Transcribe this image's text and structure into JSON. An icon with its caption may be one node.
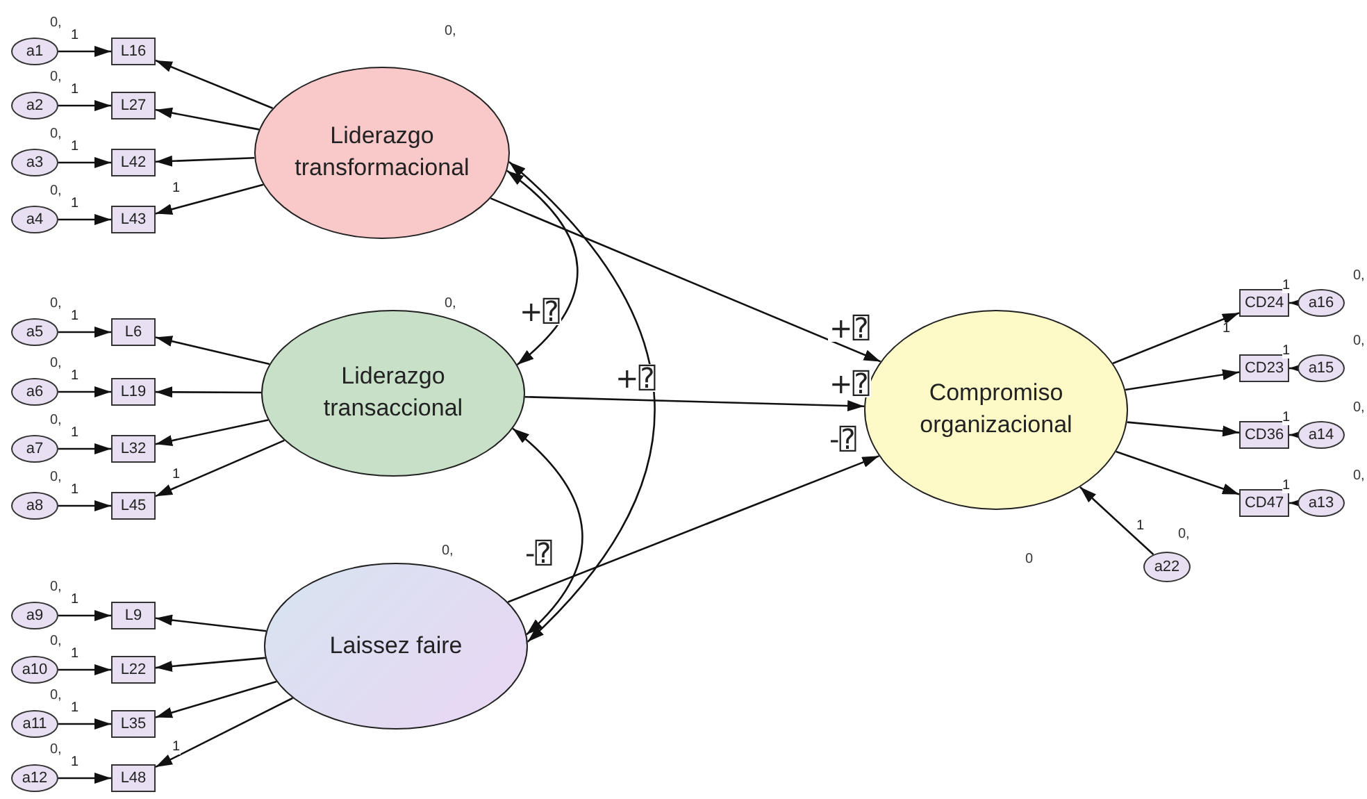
{
  "diagram": {
    "nodes": [
      {
        "text": [
          "Liderazgo transformacional"
        ],
        "beside": [
          "0,"
        ]
      },
      {
        "text": [
          "Liderazgo transaccional"
        ],
        "beside": [
          "0,"
        ]
      },
      {
        "text": [
          "Laissez faire"
        ],
        "beside": [
          "0,"
        ]
      },
      {
        "text": [
          "Compromiso organizacional"
        ],
        "beside": [
          "0"
        ]
      },
      {
        "text": [
          "L16"
        ]
      },
      {
        "text": [
          "L27"
        ]
      },
      {
        "text": [
          "L42"
        ]
      },
      {
        "text": [
          "L43"
        ]
      },
      {
        "text": [
          "L6"
        ]
      },
      {
        "text": [
          "L19"
        ]
      },
      {
        "text": [
          "L32"
        ]
      },
      {
        "text": [
          "L45"
        ]
      },
      {
        "text": [
          "L9"
        ]
      },
      {
        "text": [
          "L22"
        ]
      },
      {
        "text": [
          "L35"
        ]
      },
      {
        "text": [
          "L48"
        ]
      },
      {
        "text": [
          "CD24"
        ]
      },
      {
        "text": [
          "CD23"
        ]
      },
      {
        "text": [
          "CD36"
        ]
      },
      {
        "text": [
          "CD47"
        ]
      },
      {
        "text": [
          "a1"
        ],
        "beside": [
          "0,"
        ]
      },
      {
        "text": [
          "a2"
        ],
        "beside": [
          "0,"
        ]
      },
      {
        "text": [
          "a3"
        ],
        "beside": [
          "0,"
        ]
      },
      {
        "text": [
          "a4"
        ],
        "beside": [
          "0,"
        ]
      },
      {
        "text": [
          "a5"
        ],
        "beside": [
          "0,"
        ]
      },
      {
        "text": [
          "a6"
        ],
        "beside": [
          "0,"
        ]
      },
      {
        "text": [
          "a7"
        ],
        "beside": [
          "0,"
        ]
      },
      {
        "text": [
          "a8"
        ],
        "beside": [
          "0,"
        ]
      },
      {
        "text": [
          "a9"
        ],
        "beside": [
          "0,"
        ]
      },
      {
        "text": [
          "a10"
        ],
        "beside": [
          "0,"
        ]
      },
      {
        "text": [
          "a11"
        ],
        "beside": [
          "0,"
        ]
      },
      {
        "text": [
          "a12"
        ],
        "beside": [
          "0,"
        ]
      },
      {
        "text": [
          "a16"
        ],
        "beside": [
          "0,"
        ]
      },
      {
        "text": [
          "a15"
        ],
        "beside": [
          "0,"
        ]
      },
      {
        "text": [
          "a14"
        ],
        "beside": [
          "0,"
        ]
      },
      {
        "text": [
          "a13"
        ],
        "beside": [
          "0,"
        ]
      },
      {
        "text": [
          "a22"
        ],
        "beside": [
          "0,"
        ]
      }
    ],
    "edges": [
      {
        "from": 0,
        "to": 4,
        "arrow": "to"
      },
      {
        "from": 0,
        "to": 5,
        "arrow": "to"
      },
      {
        "from": 0,
        "to": 6,
        "arrow": "to"
      },
      {
        "from": 0,
        "to": 7,
        "arrow": "to",
        "label": "1"
      },
      {
        "from": 1,
        "to": 8,
        "arrow": "to"
      },
      {
        "from": 1,
        "to": 9,
        "arrow": "to"
      },
      {
        "from": 1,
        "to": 10,
        "arrow": "to"
      },
      {
        "from": 1,
        "to": 11,
        "arrow": "to",
        "label": "1"
      },
      {
        "from": 2,
        "to": 12,
        "arrow": "to"
      },
      {
        "from": 2,
        "to": 13,
        "arrow": "to"
      },
      {
        "from": 2,
        "to": 14,
        "arrow": "to"
      },
      {
        "from": 2,
        "to": 15,
        "arrow": "to",
        "label": "1"
      },
      {
        "from": 3,
        "to": 16,
        "arrow": "to",
        "label": "1"
      },
      {
        "from": 3,
        "to": 17,
        "arrow": "to"
      },
      {
        "from": 3,
        "to": 18,
        "arrow": "to"
      },
      {
        "from": 3,
        "to": 19,
        "arrow": "to"
      },
      {
        "from": 20,
        "to": 4,
        "arrow": "to",
        "label": "1"
      },
      {
        "from": 21,
        "to": 5,
        "arrow": "to",
        "label": "1"
      },
      {
        "from": 22,
        "to": 6,
        "arrow": "to",
        "label": "1"
      },
      {
        "from": 23,
        "to": 7,
        "arrow": "to",
        "label": "1"
      },
      {
        "from": 24,
        "to": 8,
        "arrow": "to",
        "label": "1"
      },
      {
        "from": 25,
        "to": 9,
        "arrow": "to",
        "label": "1"
      },
      {
        "from": 26,
        "to": 10,
        "arrow": "to",
        "label": "1"
      },
      {
        "from": 27,
        "to": 11,
        "arrow": "to",
        "label": "1"
      },
      {
        "from": 28,
        "to": 12,
        "arrow": "to",
        "label": "1"
      },
      {
        "from": 29,
        "to": 13,
        "arrow": "to",
        "label": "1"
      },
      {
        "from": 30,
        "to": 14,
        "arrow": "to",
        "label": "1"
      },
      {
        "from": 31,
        "to": 15,
        "arrow": "to",
        "label": "1"
      },
      {
        "from": 32,
        "to": 16,
        "arrow": "to",
        "label": "1"
      },
      {
        "from": 33,
        "to": 17,
        "arrow": "to",
        "label": "1"
      },
      {
        "from": 34,
        "to": 18,
        "arrow": "to",
        "label": "1"
      },
      {
        "from": 35,
        "to": 19,
        "arrow": "to",
        "label": "1"
      },
      {
        "from": 36,
        "to": 3,
        "arrow": "to",
        "label": "1"
      },
      {
        "from": 0,
        "to": 3,
        "arrow": "to",
        "label": "+⍰"
      },
      {
        "from": 1,
        "to": 3,
        "arrow": "to",
        "label": "+⍰"
      },
      {
        "from": 2,
        "to": 3,
        "arrow": "to",
        "label": "-⍰"
      },
      {
        "from": 0,
        "to": 1,
        "arrow": "both",
        "label": "+⍰"
      },
      {
        "from": 1,
        "to": 2,
        "arrow": "both",
        "label": "-⍰"
      },
      {
        "from": 0,
        "to": 2,
        "arrow": "both",
        "label": "+⍰"
      }
    ]
  }
}
